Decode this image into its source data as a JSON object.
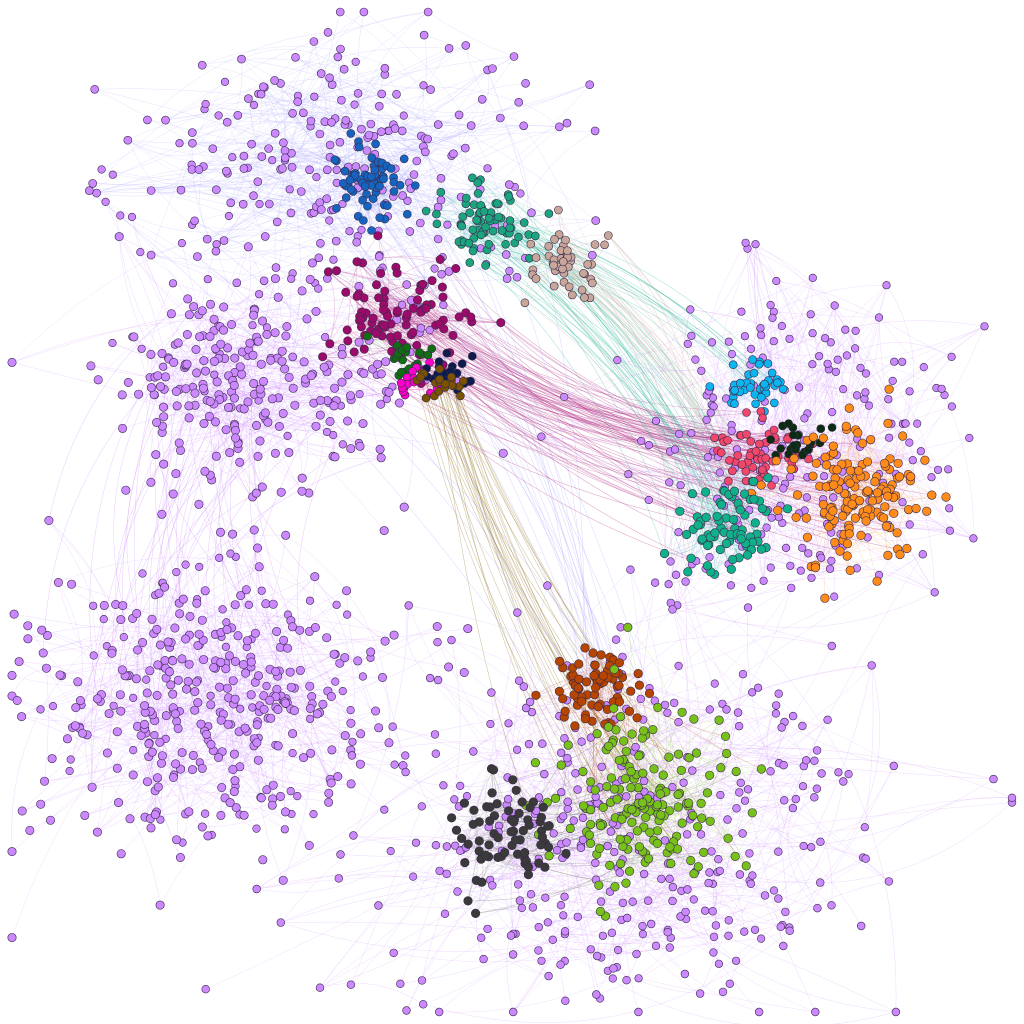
{
  "background_color": "#ffffff",
  "graph": {
    "type": "network",
    "node_outline_color": "#3a2a4a",
    "default_node_color": "#cc88ff",
    "clusters": [
      {
        "id": "west-lobe",
        "color": "#cc88ff",
        "edge_color": "#cc88ff",
        "node_count": 220
      },
      {
        "id": "southwest-lobe",
        "color": "#cc88ff",
        "edge_color": "#cc88ff",
        "node_count": 320
      },
      {
        "id": "north-lobe",
        "color": "#cc88ff",
        "edge_color": "#a9a2ff",
        "node_count": 180
      },
      {
        "id": "blue-core",
        "color": "#1565c0",
        "edge_color": "#6f8fe0",
        "node_count": 70
      },
      {
        "id": "teal-core",
        "color": "#1aa57f",
        "edge_color": "#2bb89a",
        "node_count": 70
      },
      {
        "id": "tan-core",
        "color": "#c8a69a",
        "edge_color": "#c8a69a",
        "node_count": 45
      },
      {
        "id": "crimson-core",
        "color": "#9b0b6a",
        "edge_color": "#b0207a",
        "node_count": 90
      },
      {
        "id": "green-core",
        "color": "#0f6e12",
        "edge_color": "#1f7a2a",
        "node_count": 25
      },
      {
        "id": "magenta-core",
        "color": "#ff00cc",
        "edge_color": "#ff33cc",
        "node_count": 22
      },
      {
        "id": "navy-core",
        "color": "#0d1b4d",
        "edge_color": "#223377",
        "node_count": 18
      },
      {
        "id": "olive-core",
        "color": "#7a5200",
        "edge_color": "#8a6a10",
        "node_count": 20
      },
      {
        "id": "skyblue-core",
        "color": "#0bb5f0",
        "edge_color": "#55c4f0",
        "node_count": 40
      },
      {
        "id": "pink-core",
        "color": "#f0476a",
        "edge_color": "#f0607e",
        "node_count": 55
      },
      {
        "id": "darkgreen-core",
        "color": "#0a2d12",
        "edge_color": "#2e5030",
        "node_count": 22
      },
      {
        "id": "orange-core",
        "color": "#ff8c1a",
        "edge_color": "#f39a4a",
        "node_count": 150
      },
      {
        "id": "seagreen-core",
        "color": "#10b08a",
        "edge_color": "#22b89a",
        "node_count": 75
      },
      {
        "id": "east-halo",
        "color": "#cc88ff",
        "edge_color": "#cc88ff",
        "node_count": 80
      },
      {
        "id": "rust-core",
        "color": "#b54500",
        "edge_color": "#c06030",
        "node_count": 70
      },
      {
        "id": "lime-core",
        "color": "#77c11a",
        "edge_color": "#8fcf3a",
        "node_count": 160
      },
      {
        "id": "charcoal-core",
        "color": "#3a3a3a",
        "edge_color": "#707070",
        "node_count": 70
      },
      {
        "id": "south-lobe",
        "color": "#cc88ff",
        "edge_color": "#cc88ff",
        "node_count": 260
      }
    ]
  }
}
